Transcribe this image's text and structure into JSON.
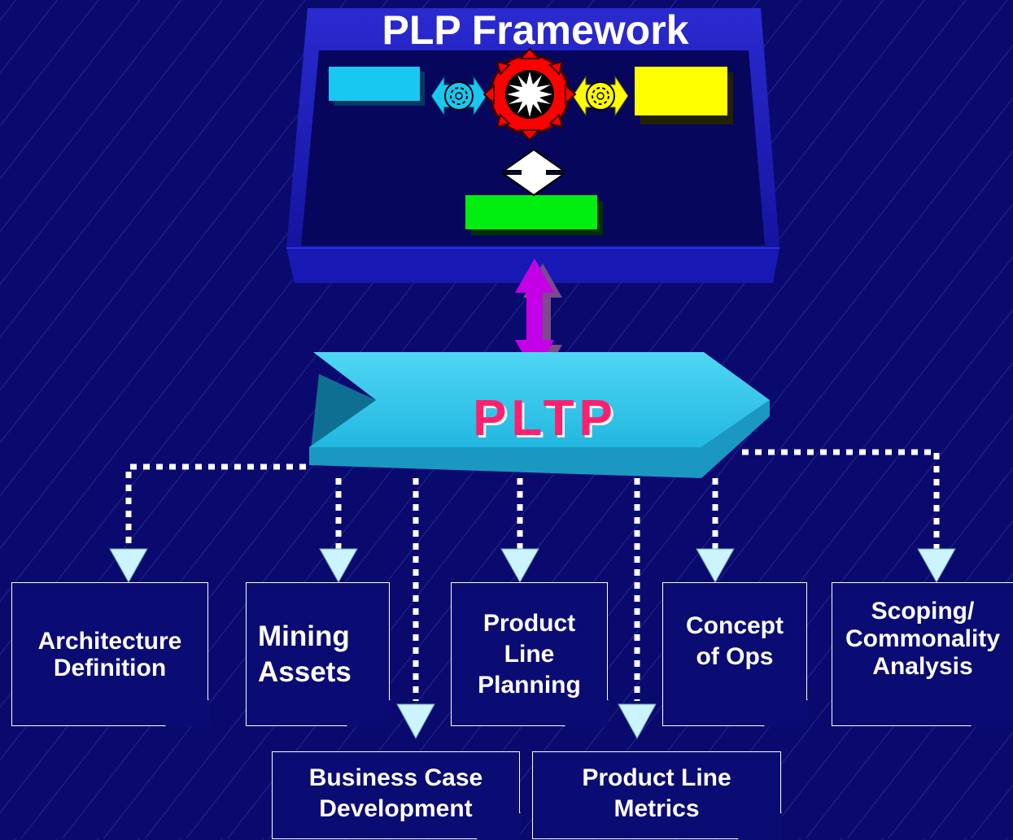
{
  "framework": {
    "title": "PLP Framework"
  },
  "hub": {
    "label": "PLTP"
  },
  "artifacts": {
    "architecture": "Architecture\nDefinition",
    "mining": "Mining\nAssets",
    "planning": "Product\nLine\nPlanning",
    "concept": "Concept\nof Ops",
    "scoping": "Scoping/\nCommonality\nAnalysis",
    "business": "Business Case\nDevelopment",
    "metrics": "Product Line\nMetrics"
  },
  "colors": {
    "background": "#0a0a6e",
    "frame": "#1a1ab8",
    "cyan_box": "#18c8f0",
    "yellow_box": "#ffff00",
    "green_box": "#00ee10",
    "hub_gear": "#ff0000",
    "pltp_arrow": "#1fb4dc",
    "pltp_text": "#ff1f6e",
    "connector": "#ffffff",
    "arrowhead": "#cbf4ff",
    "link_arrow": "#c400e6"
  }
}
